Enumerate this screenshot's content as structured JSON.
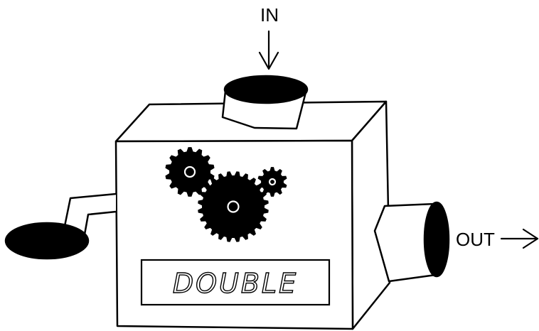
{
  "diagram": {
    "input_label": "IN",
    "output_label": "OUT",
    "machine_label": "DOUBLE"
  },
  "colors": {
    "stroke": "#000000",
    "fill": "#ffffff",
    "dark": "#000000"
  },
  "icons": [
    "arrow-down-icon",
    "arrow-right-icon",
    "gear-icon",
    "crank-handle-icon"
  ]
}
